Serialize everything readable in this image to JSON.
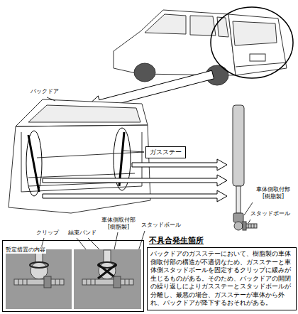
{
  "diagram": {
    "nodes": [
      {
        "text": [
          "ガスステー"
        ]
      },
      {
        "text": [
          "暫定措置の内容"
        ]
      },
      {
        "text": [
          "不具合発生箇所",
          "バックドアのガスステーにおいて、樹脂製の車体側取付部の構造が不適切なため、ガスステーと車体側スタッドボールを固定するクリップに緩みが生じるものがある。そのため、バックドアの開閉の繰り返しによりガスステーとスタッドボールが分離し、最悪の場合、ガスステーが車体から外れ、バックドアが降下するおそれがある。"
        ]
      }
    ],
    "labels": [
      "バックドア",
      "車体側取付部 [樹脂製]",
      "スタッドボール",
      "クリップ",
      "結束バンド",
      "車体側取付部 [樹脂製]",
      "スタッドボール"
    ]
  }
}
